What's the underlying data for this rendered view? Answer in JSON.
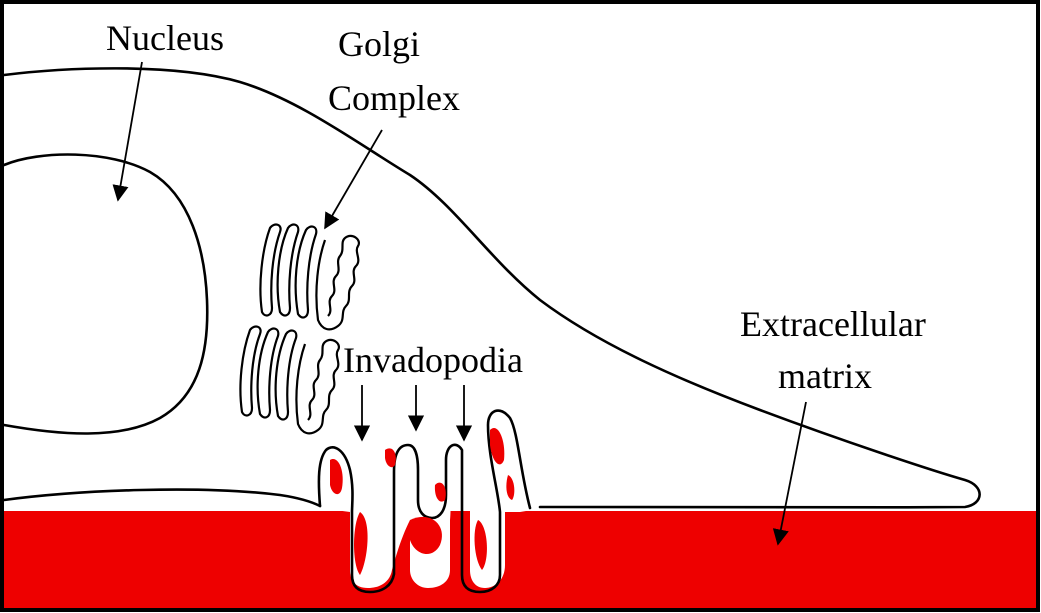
{
  "colors": {
    "matrix": "#ee0000",
    "outline": "#000000",
    "background": "#ffffff"
  },
  "labels": {
    "nucleus": "Nucleus",
    "golgi_line1": "Golgi",
    "golgi_line2": "Complex",
    "invadopodia": "Invadopodia",
    "ecm_line1": "Extracellular",
    "ecm_line2": "matrix"
  }
}
